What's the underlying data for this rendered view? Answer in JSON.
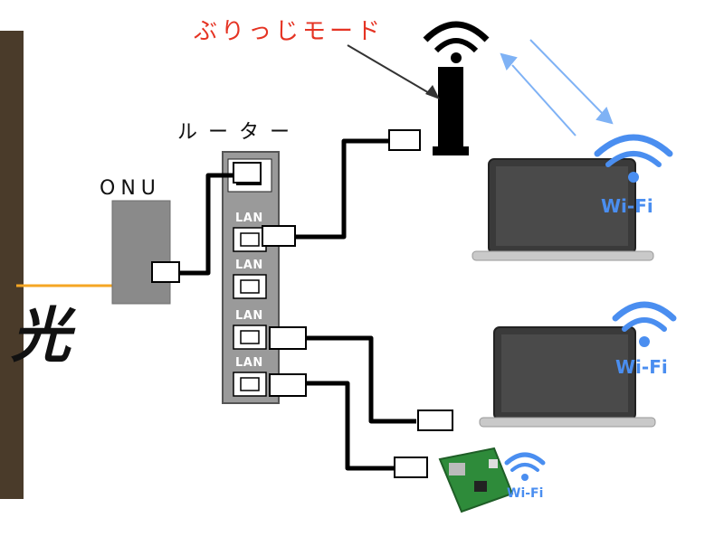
{
  "labels": {
    "light": "光",
    "onu": "ONU",
    "router": "ルーター",
    "bridge_mode": "ぶりっじモード"
  },
  "router_ports": [
    "LAN",
    "LAN",
    "LAN",
    "LAN"
  ],
  "wifi_labels": {
    "laptop_top": "Wi-Fi",
    "laptop_bottom": "Wi-Fi",
    "raspberry_pi": "Wi-Fi"
  },
  "colors": {
    "accent_red": "#e53323",
    "wifi_blue": "#4a8ef0",
    "fiber_orange": "#f5a623",
    "wall_brown": "#4a3b2a"
  }
}
